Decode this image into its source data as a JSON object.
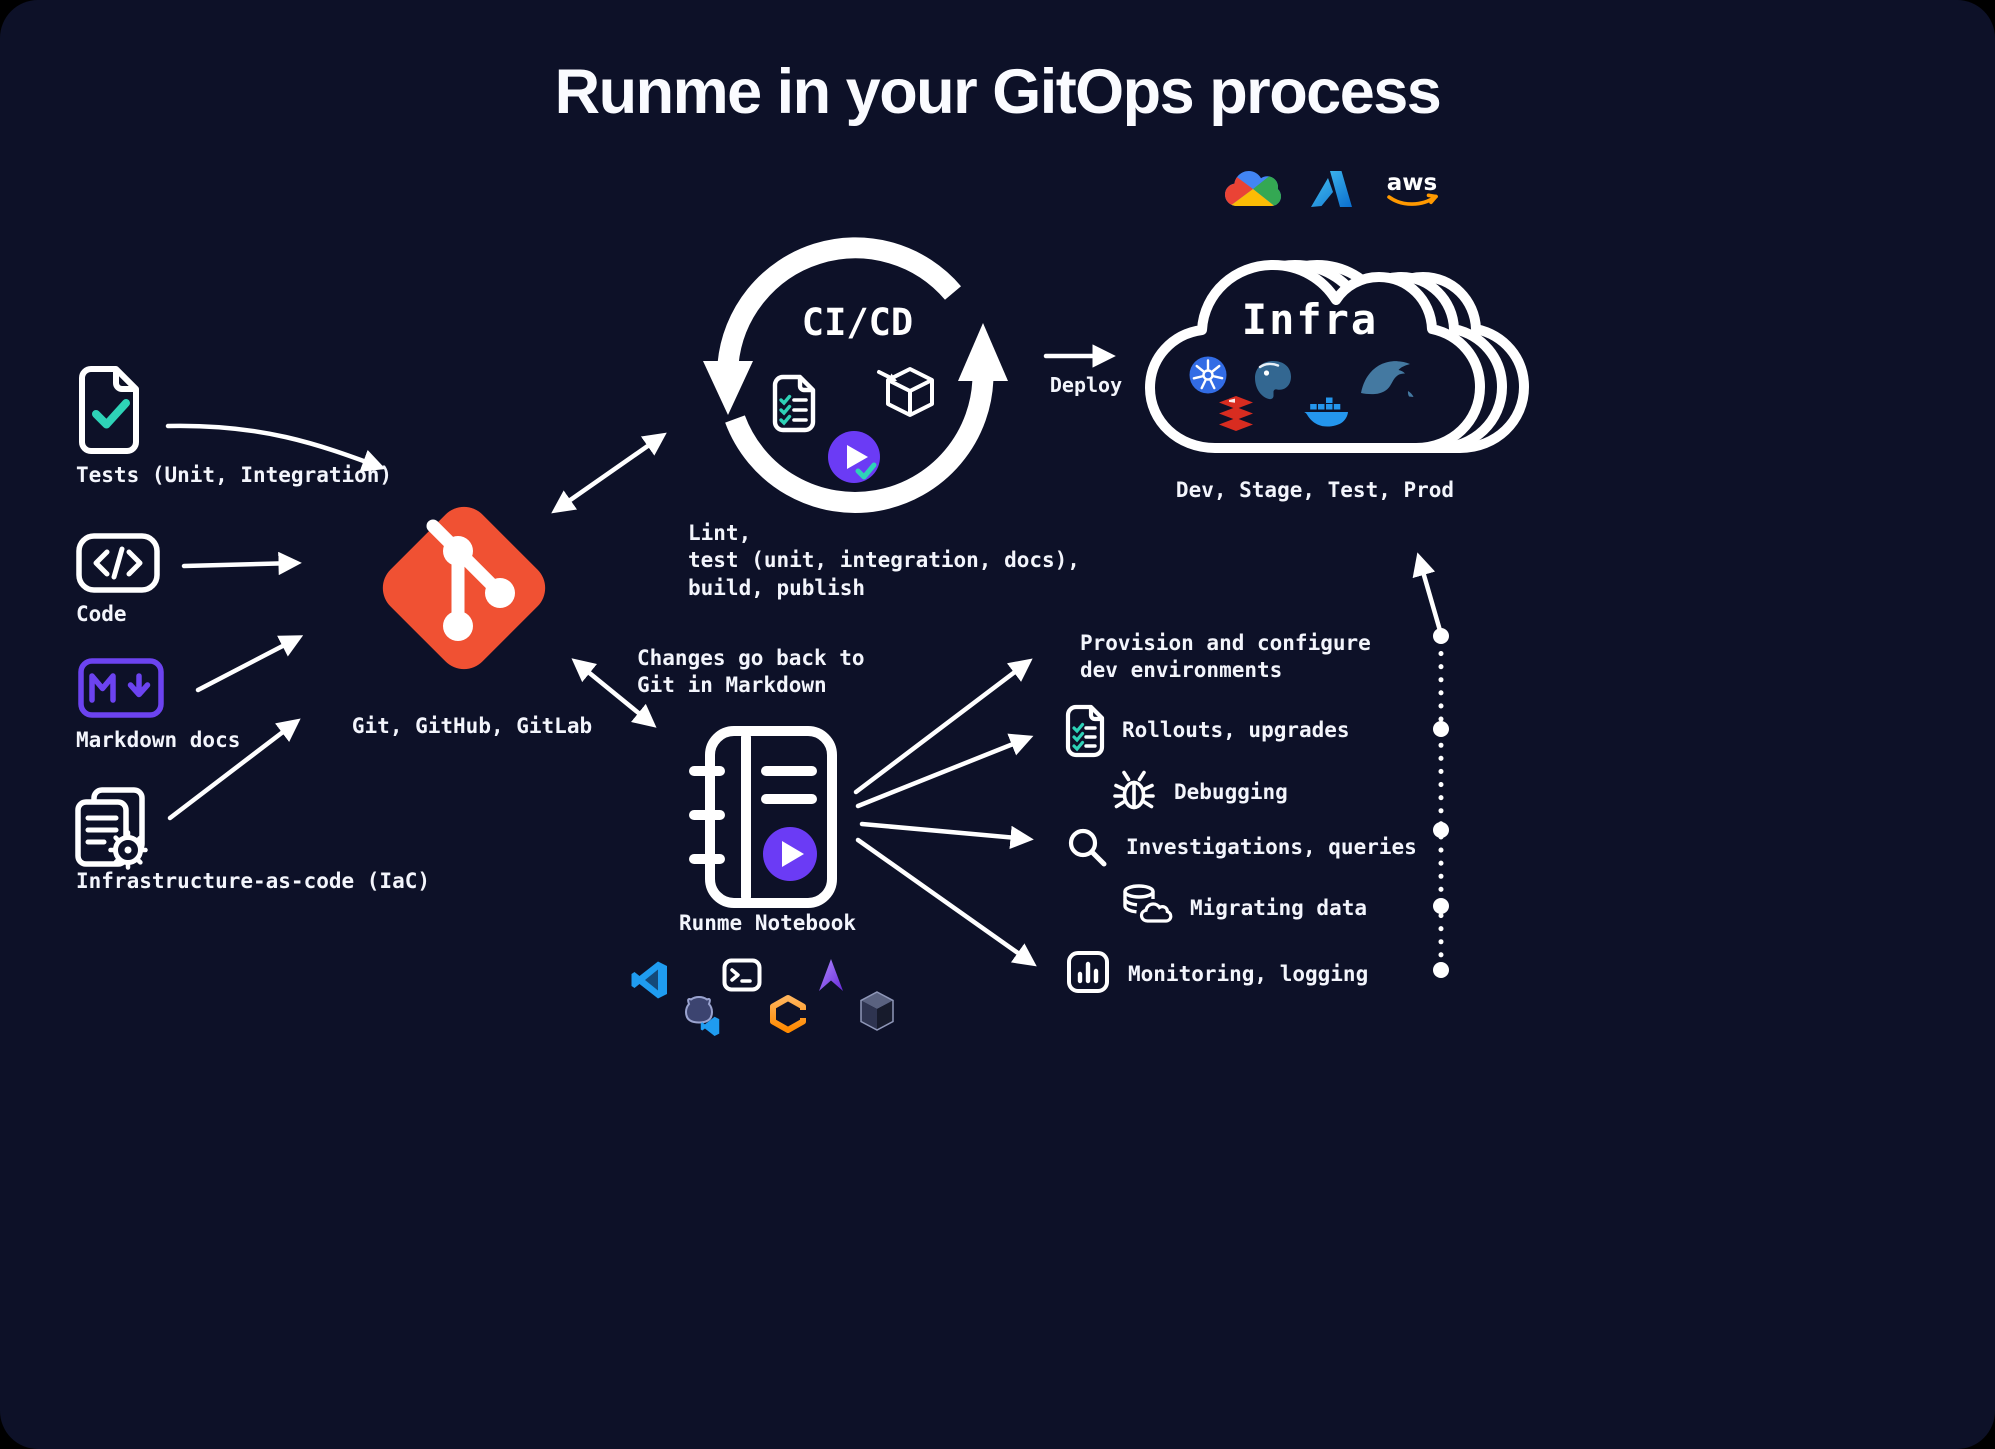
{
  "title": "Runme in your GitOps process",
  "colors": {
    "background": "#0D1128",
    "white": "#FFFFFF",
    "git_orange": "#F05133",
    "purple": "#6B3BF5",
    "teal": "#2ED3B7",
    "aws_orange": "#FF9900",
    "azure_blue": "#0A6ECF",
    "gcp_blue": "#4285F4",
    "kubernetes_blue": "#326CE5",
    "postgres_blue": "#336791",
    "redis_red": "#D82C20",
    "docker_blue": "#2496ED",
    "mysql_blue": "#4479A1"
  },
  "inputs": [
    {
      "label": "Tests (Unit, Integration)",
      "icon": "test-file-icon"
    },
    {
      "label": "Code",
      "icon": "code-icon"
    },
    {
      "label": "Markdown docs",
      "icon": "markdown-icon"
    },
    {
      "label": "Infrastructure-as-code (IaC)",
      "icon": "iac-files-gear-icon"
    }
  ],
  "git": {
    "label": "Git, GitHub, GitLab",
    "icon": "git-logo"
  },
  "cicd": {
    "label": "CI/CD",
    "icons": [
      "checklist-file-icon",
      "package-box-icon",
      "run-play-icon"
    ],
    "tasks": "Lint,\ntest (unit, integration, docs),\nbuild, publish"
  },
  "deploy": {
    "label": "Deploy"
  },
  "infra": {
    "label": "Infra",
    "environments": "Dev, Stage, Test, Prod",
    "aws_text": "aws",
    "providers": [
      "google-cloud-icon",
      "azure-icon",
      "aws-icon"
    ],
    "stack": [
      "kubernetes-icon",
      "postgresql-icon",
      "redis-icon",
      "docker-icon",
      "mysql-icon"
    ]
  },
  "changes_note": "Changes go back to\nGit in Markdown",
  "notebook": {
    "label": "Runme Notebook",
    "icon": "runme-notebook-icon",
    "tools": [
      "vscode-icon",
      "github-icon",
      "terminal-icon",
      "gitpod-icon",
      "stateful-icon",
      "container-cube-icon"
    ]
  },
  "operations": [
    {
      "label": "Provision and configure\ndev environments",
      "icon": ""
    },
    {
      "label": "Rollouts, upgrades",
      "icon": "checklist-file-icon"
    },
    {
      "label": "Debugging",
      "icon": "bug-icon"
    },
    {
      "label": "Investigations, queries",
      "icon": "magnifier-icon"
    },
    {
      "label": "Migrating data",
      "icon": "database-cloud-icon"
    },
    {
      "label": "Monitoring, logging",
      "icon": "bar-chart-icon"
    }
  ]
}
